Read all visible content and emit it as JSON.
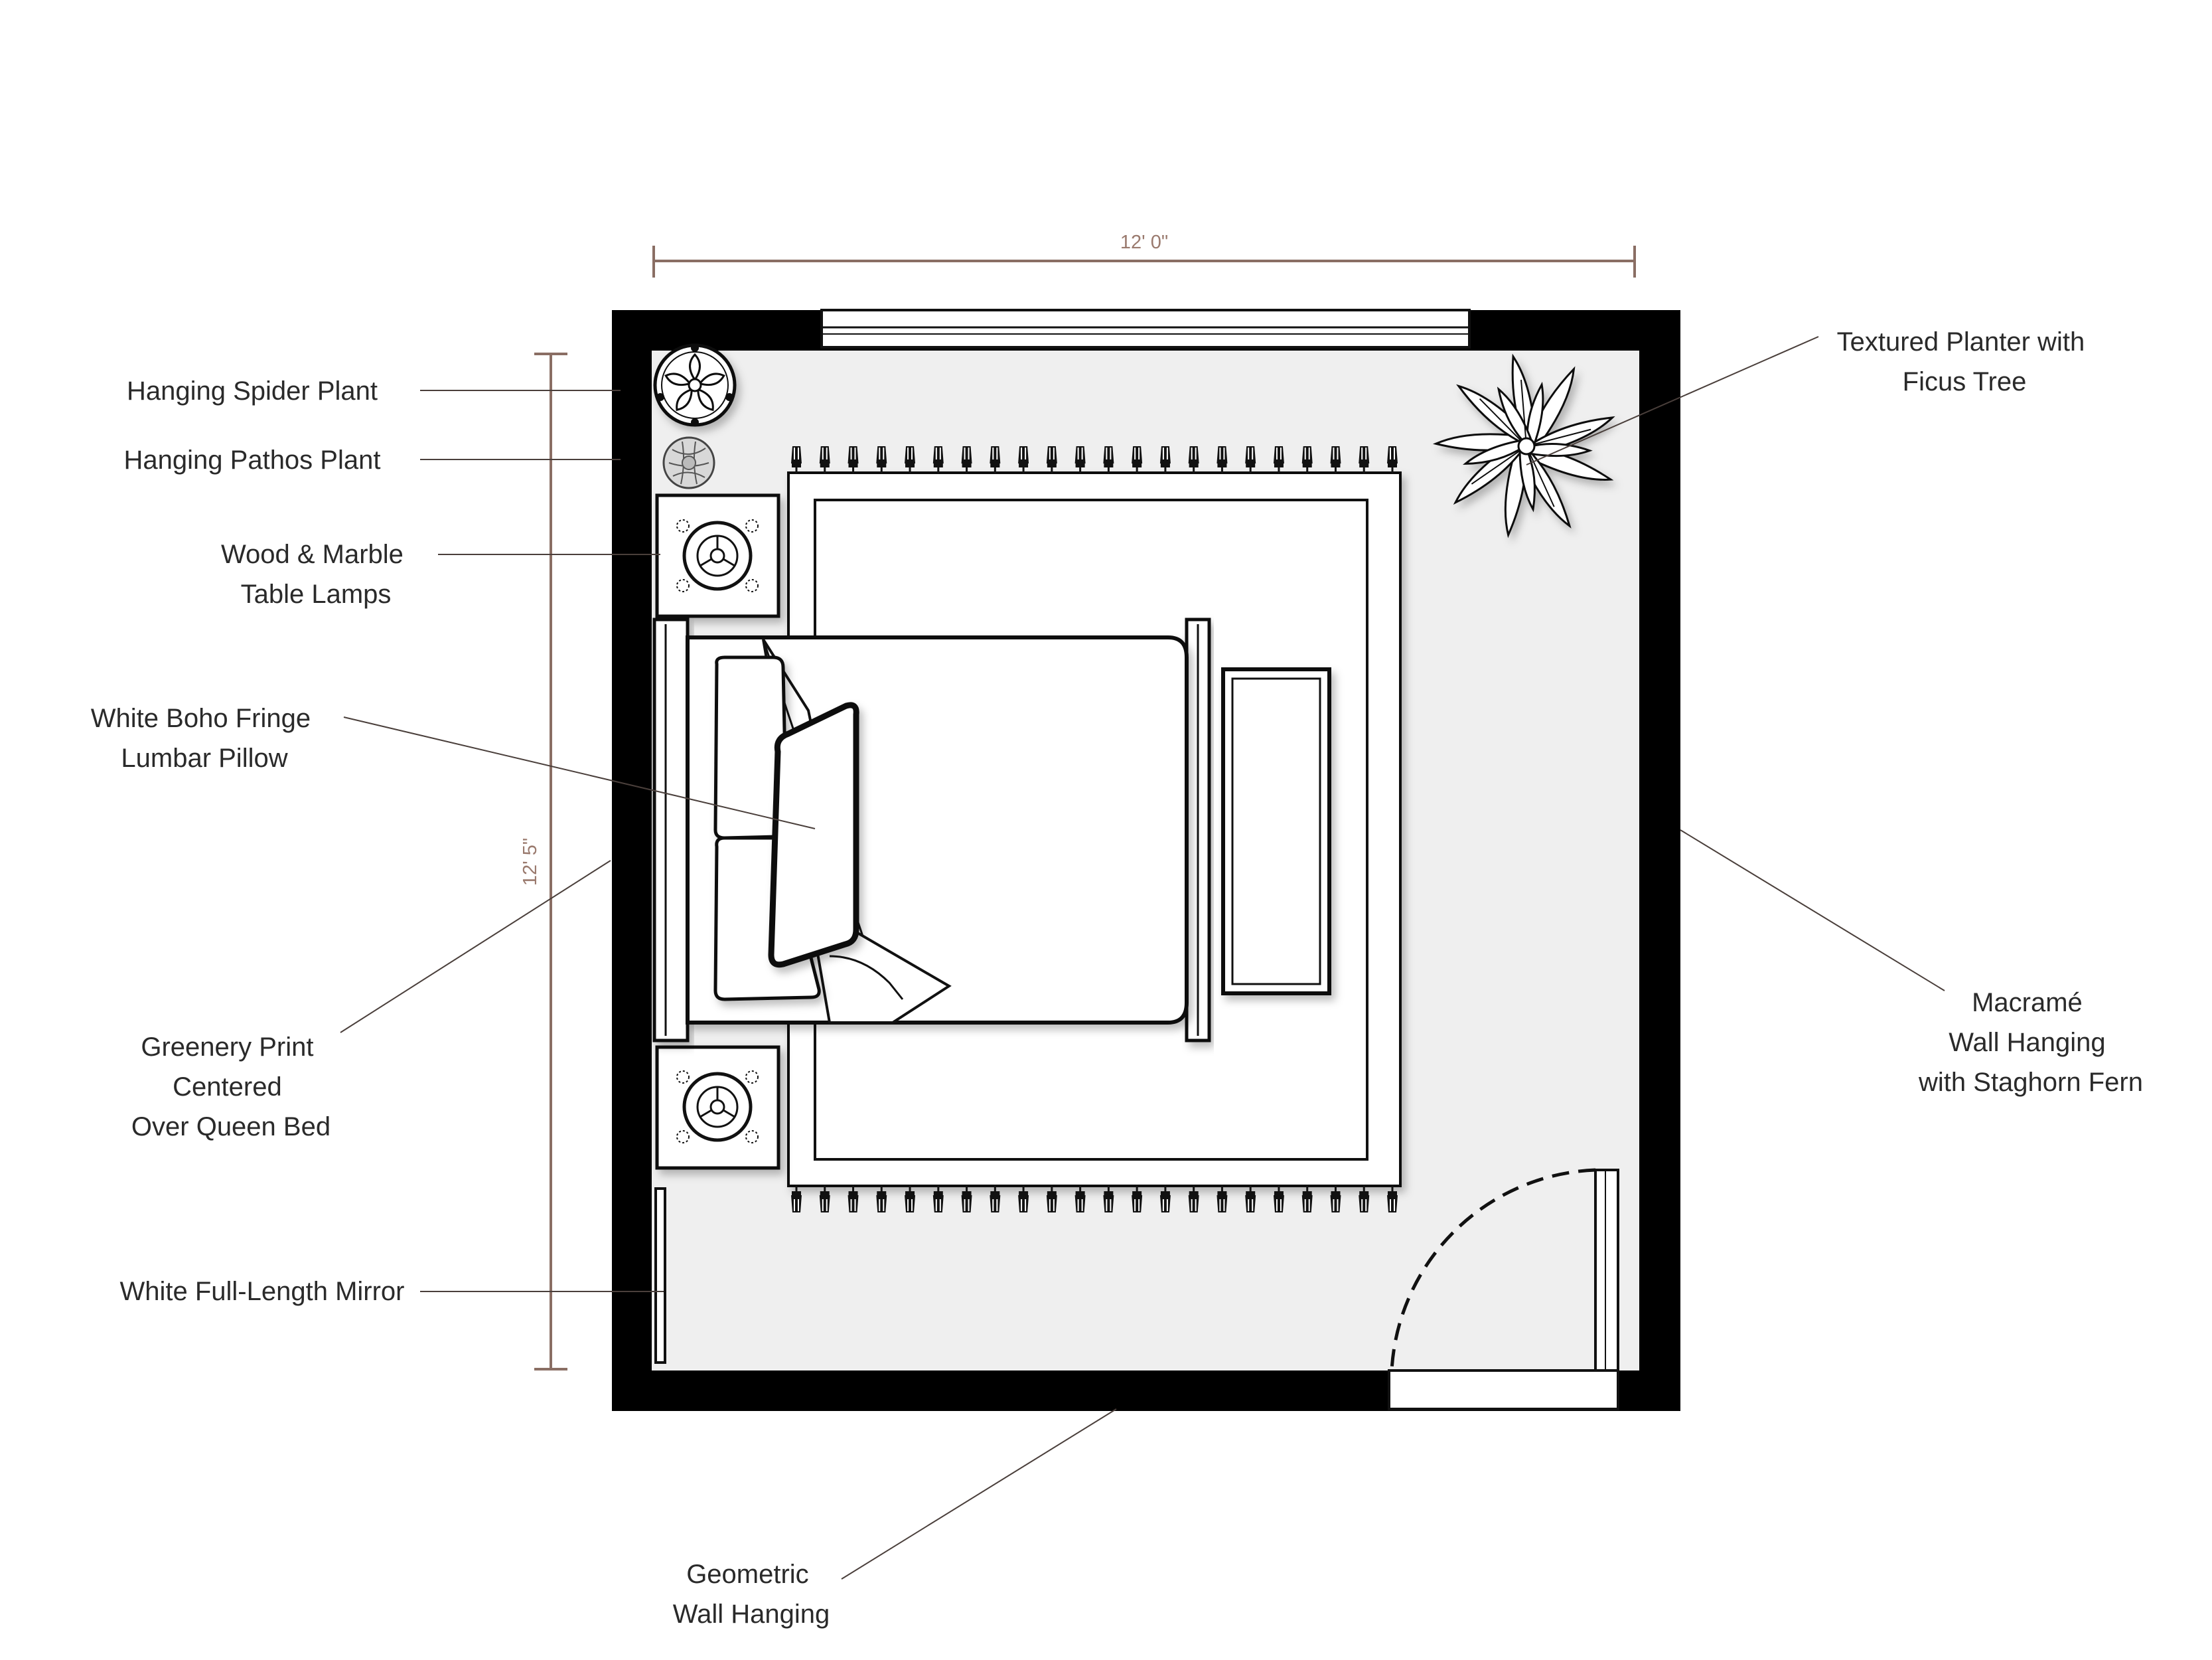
{
  "dimensions": {
    "width_label": "12' 0\"",
    "depth_label": "12' 5\""
  },
  "labels": {
    "spider_plant": [
      "Hanging Spider Plant"
    ],
    "pathos_plant": [
      "Hanging Pathos Plant"
    ],
    "table_lamps": [
      "Wood & Marble",
      "Table Lamps"
    ],
    "lumbar_pillow": [
      "White Boho Fringe",
      "Lumbar Pillow"
    ],
    "greenery_print": [
      "Greenery Print",
      "Centered",
      "Over Queen Bed"
    ],
    "mirror": [
      "White Full-Length Mirror"
    ],
    "geometric_hanging": [
      "Geometric",
      "Wall Hanging"
    ],
    "ficus": [
      "Textured Planter with",
      "Ficus Tree"
    ],
    "macrame": [
      "Macramé",
      "Wall Hanging",
      "with Staghorn Fern"
    ]
  },
  "colors": {
    "wall": "#000000",
    "floor": "#efefef",
    "furniture": "#ffffff",
    "dimension": "#8a6e64",
    "leader": "#4a3f3b"
  }
}
